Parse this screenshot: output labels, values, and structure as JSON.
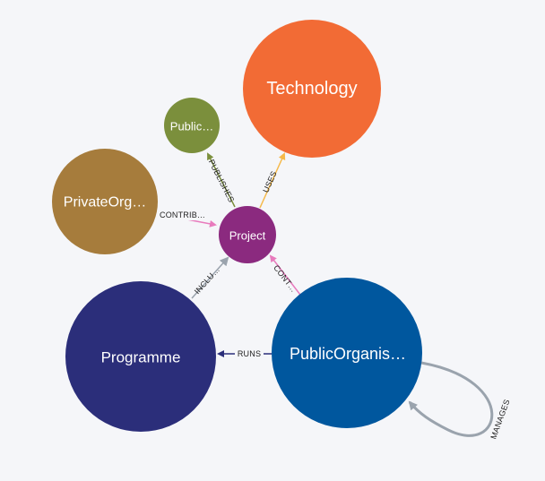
{
  "graph": {
    "nodes": [
      {
        "id": "technology",
        "label": "Technology",
        "color": "#f26b35"
      },
      {
        "id": "public",
        "label": "Public…",
        "color": "#7b8f3c"
      },
      {
        "id": "private",
        "label": "PrivateOrg…",
        "color": "#a67c3c"
      },
      {
        "id": "project",
        "label": "Project",
        "color": "#8b2a7f"
      },
      {
        "id": "programme",
        "label": "Programme",
        "color": "#2b2e7a"
      },
      {
        "id": "publicorg",
        "label": "PublicOrganis…",
        "color": "#00579e"
      }
    ],
    "relationships": [
      {
        "id": "uses",
        "label": "USES",
        "color": "#f5b94a"
      },
      {
        "id": "publishes",
        "label": "PUBLISHES",
        "color": "#7b8f3c"
      },
      {
        "id": "contrib",
        "label": "CONTRIB…",
        "color": "#e87bbd"
      },
      {
        "id": "inclu",
        "label": "INCLU…",
        "color": "#9aa3ad"
      },
      {
        "id": "cont",
        "label": "CONT…",
        "color": "#e87bbd"
      },
      {
        "id": "runs",
        "label": "RUNS",
        "color": "#2b2e7a"
      },
      {
        "id": "manages",
        "label": "MANAGES",
        "color": "#9aa3ad"
      }
    ]
  }
}
